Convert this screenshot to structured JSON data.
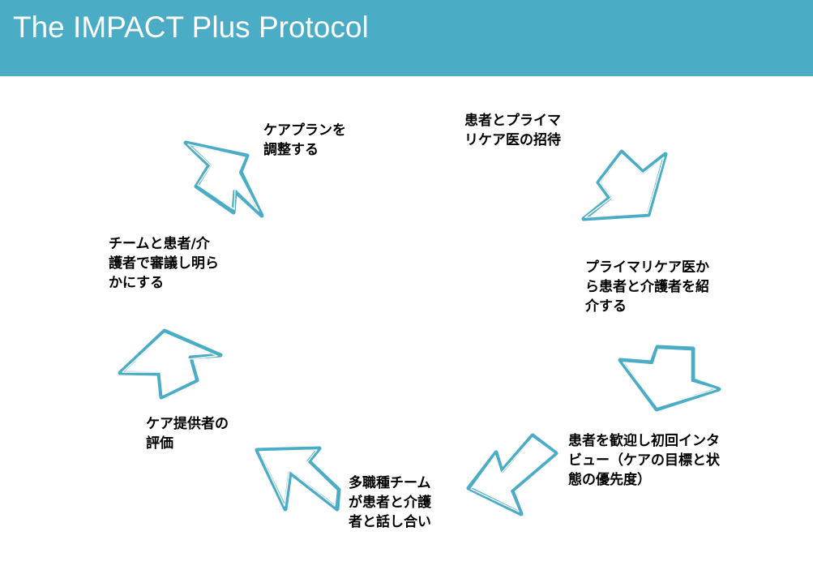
{
  "title": "The IMPACT Plus Protocol",
  "colors": {
    "header_bg": "#4bacc6",
    "arrow_stroke": "#4bacc6",
    "title_text": "#ffffff",
    "step_text": "#000000"
  },
  "steps": [
    {
      "lines": [
        "患者とプライマ",
        "リケア医の招待"
      ]
    },
    {
      "lines": [
        "プライマリケア医か",
        "ら患者と介護者を紹",
        "介する"
      ]
    },
    {
      "lines": [
        "患者を歓迎し初回インタ",
        "ビュー（ケアの目標と状",
        "態の優先度）"
      ]
    },
    {
      "lines": [
        "多職種チーム",
        "が患者と介護",
        "者と話し合い"
      ]
    },
    {
      "lines": [
        "ケア提供者の",
        "評価"
      ]
    },
    {
      "lines": [
        "チームと患者/介",
        "護者で審議し明ら",
        "かにする"
      ]
    },
    {
      "lines": [
        "ケアプランを",
        "調整する"
      ]
    }
  ]
}
